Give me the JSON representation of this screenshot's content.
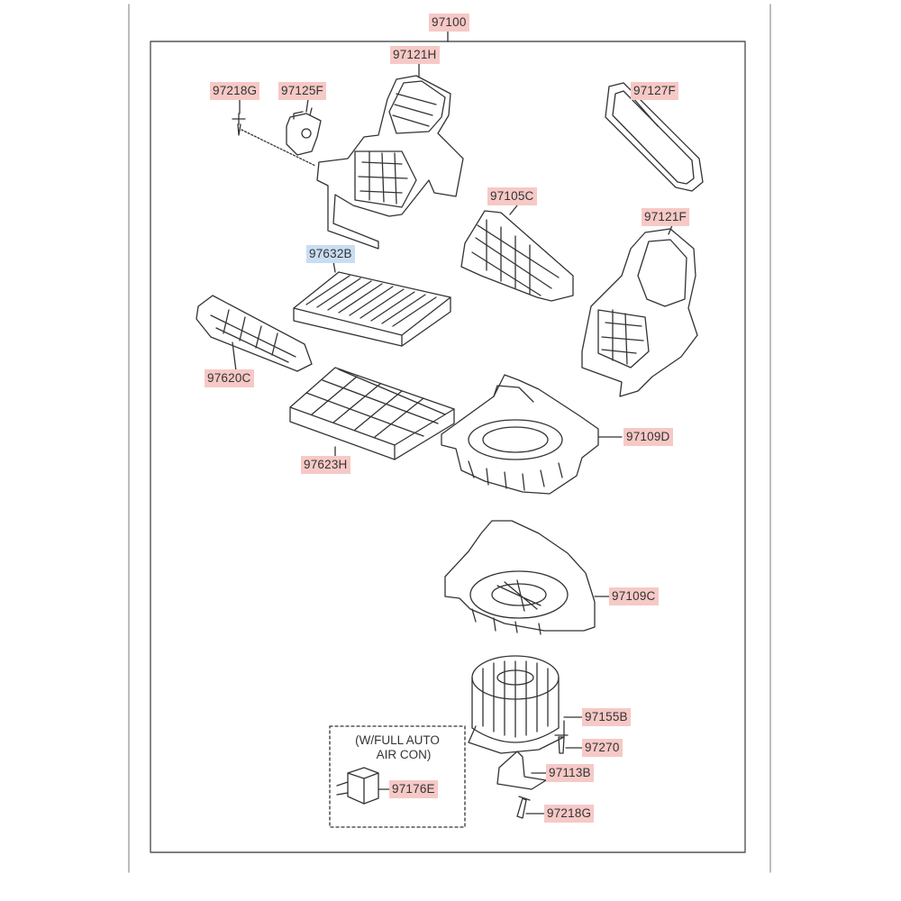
{
  "diagram": {
    "assembly_number": "97100",
    "parts": [
      {
        "id": "p-97121h-top",
        "number": "97121H"
      },
      {
        "id": "p-97218g-top",
        "number": "97218G"
      },
      {
        "id": "p-97125f",
        "number": "97125F"
      },
      {
        "id": "p-97127f",
        "number": "97127F"
      },
      {
        "id": "p-97105c",
        "number": "97105C"
      },
      {
        "id": "p-97121f",
        "number": "97121F"
      },
      {
        "id": "p-97632b",
        "number": "97632B",
        "highlighted": true
      },
      {
        "id": "p-97620c",
        "number": "97620C"
      },
      {
        "id": "p-97109d",
        "number": "97109D"
      },
      {
        "id": "p-97623h",
        "number": "97623H"
      },
      {
        "id": "p-97109c",
        "number": "97109C"
      },
      {
        "id": "p-97155b",
        "number": "97155B"
      },
      {
        "id": "p-97270",
        "number": "97270"
      },
      {
        "id": "p-97113b",
        "number": "97113B"
      },
      {
        "id": "p-97176e",
        "number": "97176E"
      },
      {
        "id": "p-97218g-bottom",
        "number": "97218G"
      }
    ],
    "option_note": {
      "line1": "(W/FULL AUTO",
      "line2": "AIR CON)"
    }
  },
  "colors": {
    "label_bg": "#f6c9c6",
    "label_selected_bg": "#c9ddf3",
    "line": "#333333"
  }
}
